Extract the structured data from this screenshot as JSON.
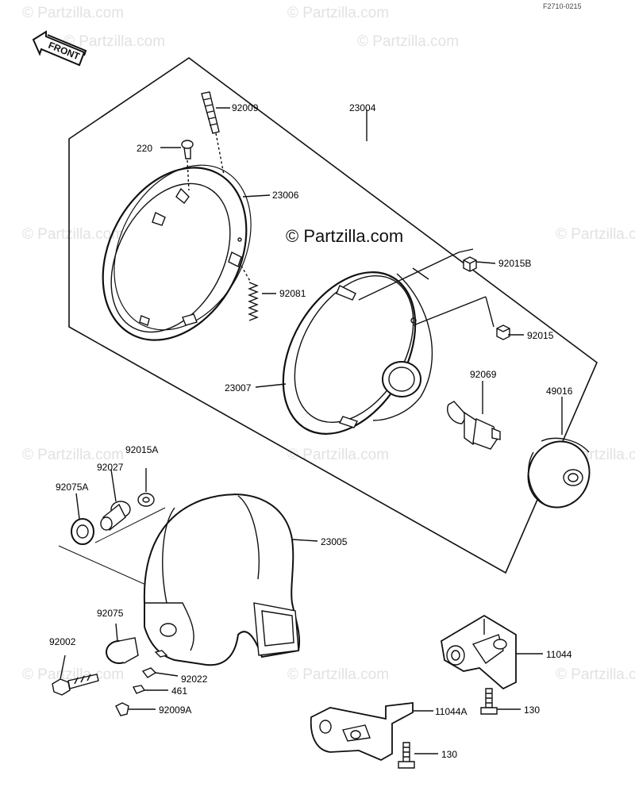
{
  "diagram": {
    "reference_code": "F2710-0215",
    "front_label": "FRONT",
    "watermark": "© Partzilla.com",
    "center_watermark": "© Partzilla.com",
    "colors": {
      "line": "#111111",
      "watermark": "#e2e2e2",
      "background": "#ffffff"
    },
    "parts": {
      "p92009": "92009",
      "p23004": "23004",
      "p220": "220",
      "p23006": "23006",
      "p92015B": "92015B",
      "p92081": "92081",
      "p92015": "92015",
      "p92069": "92069",
      "p49016": "49016",
      "p23007": "23007",
      "p92015A": "92015A",
      "p92027": "92027",
      "p92075A": "92075A",
      "p23005": "23005",
      "p92075": "92075",
      "p92002": "92002",
      "p92022": "92022",
      "p461": "461",
      "p92009A": "92009A",
      "p11044": "11044",
      "p11044A": "11044A",
      "p130a": "130",
      "p130b": "130"
    }
  }
}
